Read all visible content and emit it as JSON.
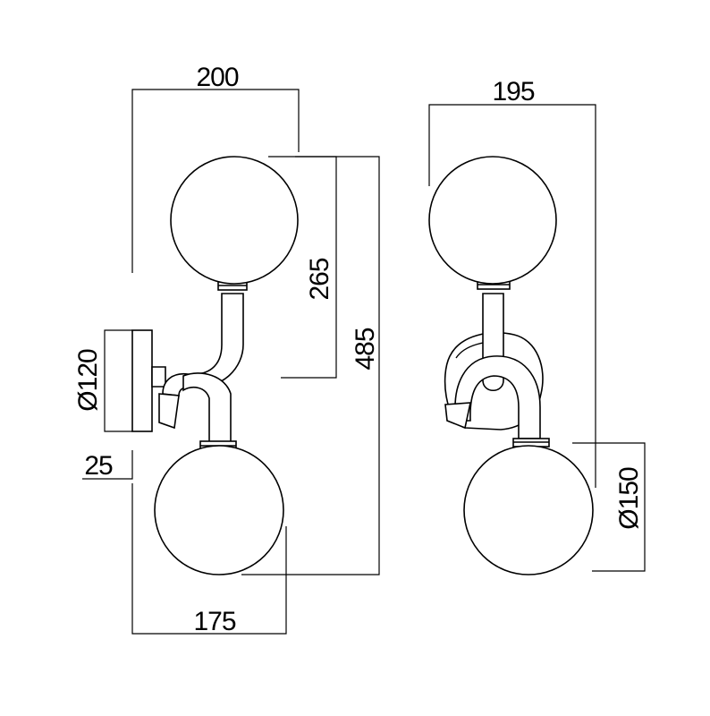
{
  "dimensions": {
    "width_top_front": "200",
    "width_top_side": "195",
    "height_upper": "265",
    "height_total": "485",
    "backplate_diameter": "Ø120",
    "backplate_depth": "25",
    "width_bottom_front": "175",
    "globe_diameter": "Ø150"
  }
}
